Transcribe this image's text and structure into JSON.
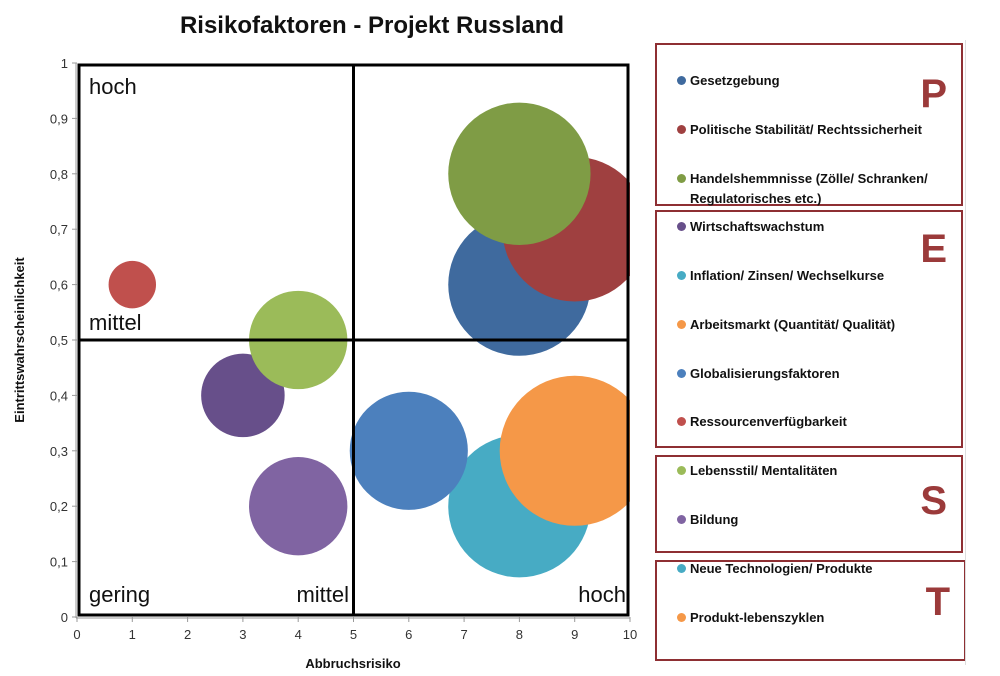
{
  "chart_data": {
    "type": "bubble",
    "title": "Risikofaktoren - Projekt Russland",
    "xlabel": "Abbruchsrisiko",
    "ylabel": "Eintrittswahrscheinlichkeit",
    "xlim": [
      0,
      10
    ],
    "ylim": [
      0,
      1
    ],
    "xticks": [
      "0",
      "1",
      "2",
      "3",
      "4",
      "5",
      "6",
      "7",
      "8",
      "9",
      "10"
    ],
    "yticks": [
      "0",
      "0,1",
      "0,2",
      "0,3",
      "0,4",
      "0,5",
      "0,6",
      "0,7",
      "0,8",
      "0,9",
      "1"
    ],
    "quadrant_dividers": {
      "x": 5,
      "y": 0.5
    },
    "quadrant_labels": {
      "top_left": "hoch",
      "mid_left": "mittel",
      "bottom_left": "gering",
      "bottom_mid": "mittel",
      "bottom_right": "hoch"
    },
    "series": [
      {
        "name": "Gesetzgebung",
        "x": 8,
        "y": 0.6,
        "size": 9,
        "color": "#3f6a9e"
      },
      {
        "name": "Politische Stabilität/ Rechtssicherheit",
        "x": 9,
        "y": 0.7,
        "size": 9.3,
        "color": "#9f4040"
      },
      {
        "name": "Handelshemmnisse (Zölle/ Schranken/ Regulatorisches etc.)",
        "x": 8,
        "y": 0.8,
        "size": 9,
        "color": "#7f9c45"
      },
      {
        "name": "Wirtschaftswachstum",
        "x": 3,
        "y": 0.4,
        "size": 3.1,
        "color": "#674f8a"
      },
      {
        "name": "Inflation/ Zinsen/ Wechselkurse",
        "x": 8,
        "y": 0.2,
        "size": 9,
        "color": "#47abc4"
      },
      {
        "name": "Arbeitsmarkt (Quantität/ Qualität)",
        "x": 9,
        "y": 0.3,
        "size": 10,
        "color": "#f59848"
      },
      {
        "name": "Globalisierungsfaktoren",
        "x": 6,
        "y": 0.3,
        "size": 6.2,
        "color": "#4c80bd"
      },
      {
        "name": "Ressourcenverfügbarkeit",
        "x": 1,
        "y": 0.6,
        "size": 1,
        "color": "#c0504d"
      },
      {
        "name": "Lebensstil/ Mentalitäten",
        "x": 4,
        "y": 0.5,
        "size": 4.3,
        "color": "#9bbb59"
      },
      {
        "name": "Bildung",
        "x": 4,
        "y": 0.2,
        "size": 4.3,
        "color": "#8064a2"
      },
      {
        "name": "Neue Technologien/ Produkte",
        "x": null,
        "y": null,
        "size": null,
        "color": "#47abc4"
      },
      {
        "name": "Produkt-lebenszyklen",
        "x": null,
        "y": null,
        "size": null,
        "color": "#f59848"
      }
    ]
  },
  "legend": {
    "groups": [
      {
        "letter": "P",
        "items": [
          0,
          1,
          2
        ]
      },
      {
        "letter": "E",
        "items": [
          3,
          4,
          5,
          6,
          7
        ]
      },
      {
        "letter": "S",
        "items": [
          8,
          9
        ]
      },
      {
        "letter": "T",
        "items": [
          10,
          11
        ]
      }
    ],
    "border_color": "#8e2f33"
  }
}
